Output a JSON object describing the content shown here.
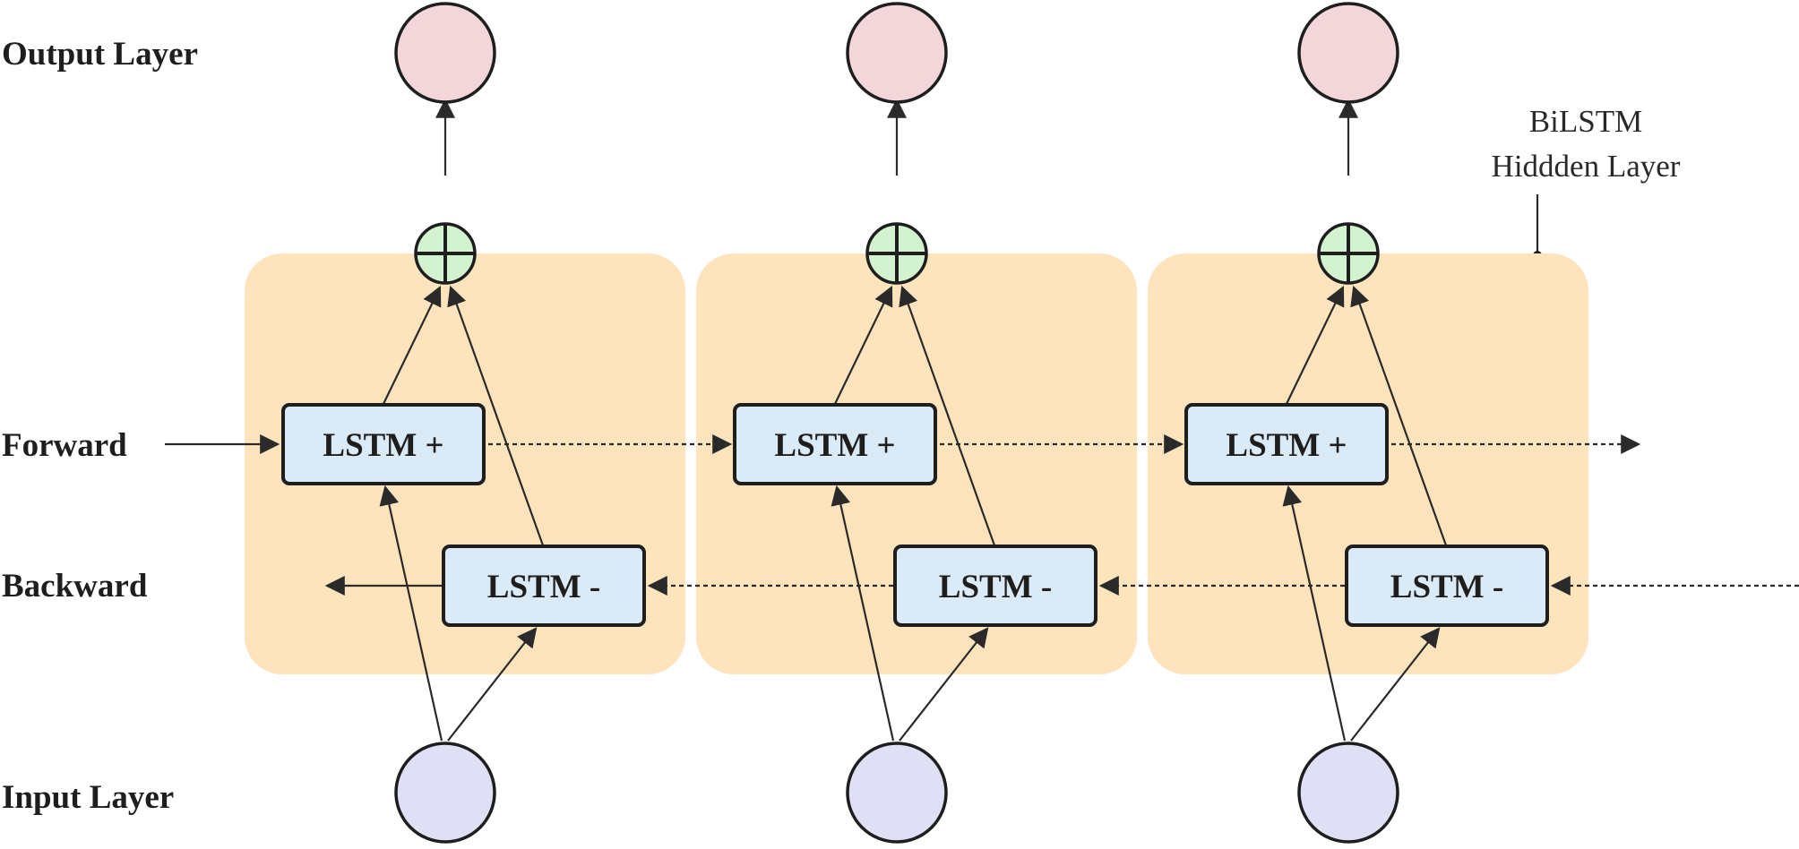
{
  "labels": {
    "output_layer": "Output Layer",
    "forward": "Forward",
    "backward": "Backward",
    "input_layer": "Input Layer",
    "hidden_line1": "BiLSTM",
    "hidden_line2": "Hiddden Layer"
  },
  "cells": [
    {
      "forward_label": "LSTM +",
      "backward_label": "LSTM -"
    },
    {
      "forward_label": "LSTM +",
      "backward_label": "LSTM -"
    },
    {
      "forward_label": "LSTM +",
      "backward_label": "LSTM -"
    }
  ],
  "colors": {
    "cell_background": "#fde4bc",
    "lstm_box": "#dbeaf7",
    "output_node": "#f3d6d9",
    "input_node": "#dfe0f6",
    "sum_node": "#d3f2cf"
  }
}
